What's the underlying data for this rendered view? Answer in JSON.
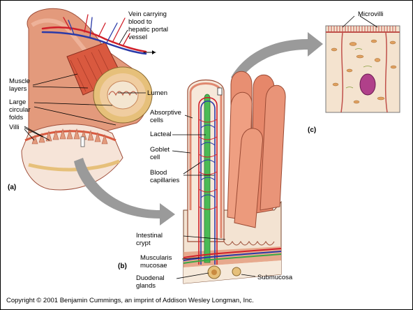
{
  "labels": {
    "vein": "Vein carrying\nblood to\nhepatic portal\nvessel",
    "muscle_layers": "Muscle\nlayers",
    "large_circular_folds": "Large\ncircular\nfolds",
    "villi": "Villi",
    "lumen": "Lumen",
    "absorptive_cells": "Absorptive\ncells",
    "lacteal": "Lacteal",
    "goblet_cell": "Goblet\ncell",
    "blood_capillaries": "Blood\ncapillaries",
    "intestinal_crypt": "Intestinal\ncrypt",
    "muscularis_mucosae": "Muscularis\nmucosae",
    "duodenal_glands": "Duodenal\nglands",
    "submucosa": "Submucosa",
    "microvilli": "Microvilli"
  },
  "panels": {
    "a": "(a)",
    "b": "(b)",
    "c": "(c)"
  },
  "copyright": "Copyright © 2001 Benjamin Cummings, an imprint of Addison Wesley Longman, Inc.",
  "colors": {
    "tissue": "#e8a07f",
    "tissue_dark": "#c9604a",
    "artery": "#d0202a",
    "vein": "#2a3aa8",
    "lacteal": "#3aa845",
    "arrow": "#9a9a9a"
  }
}
